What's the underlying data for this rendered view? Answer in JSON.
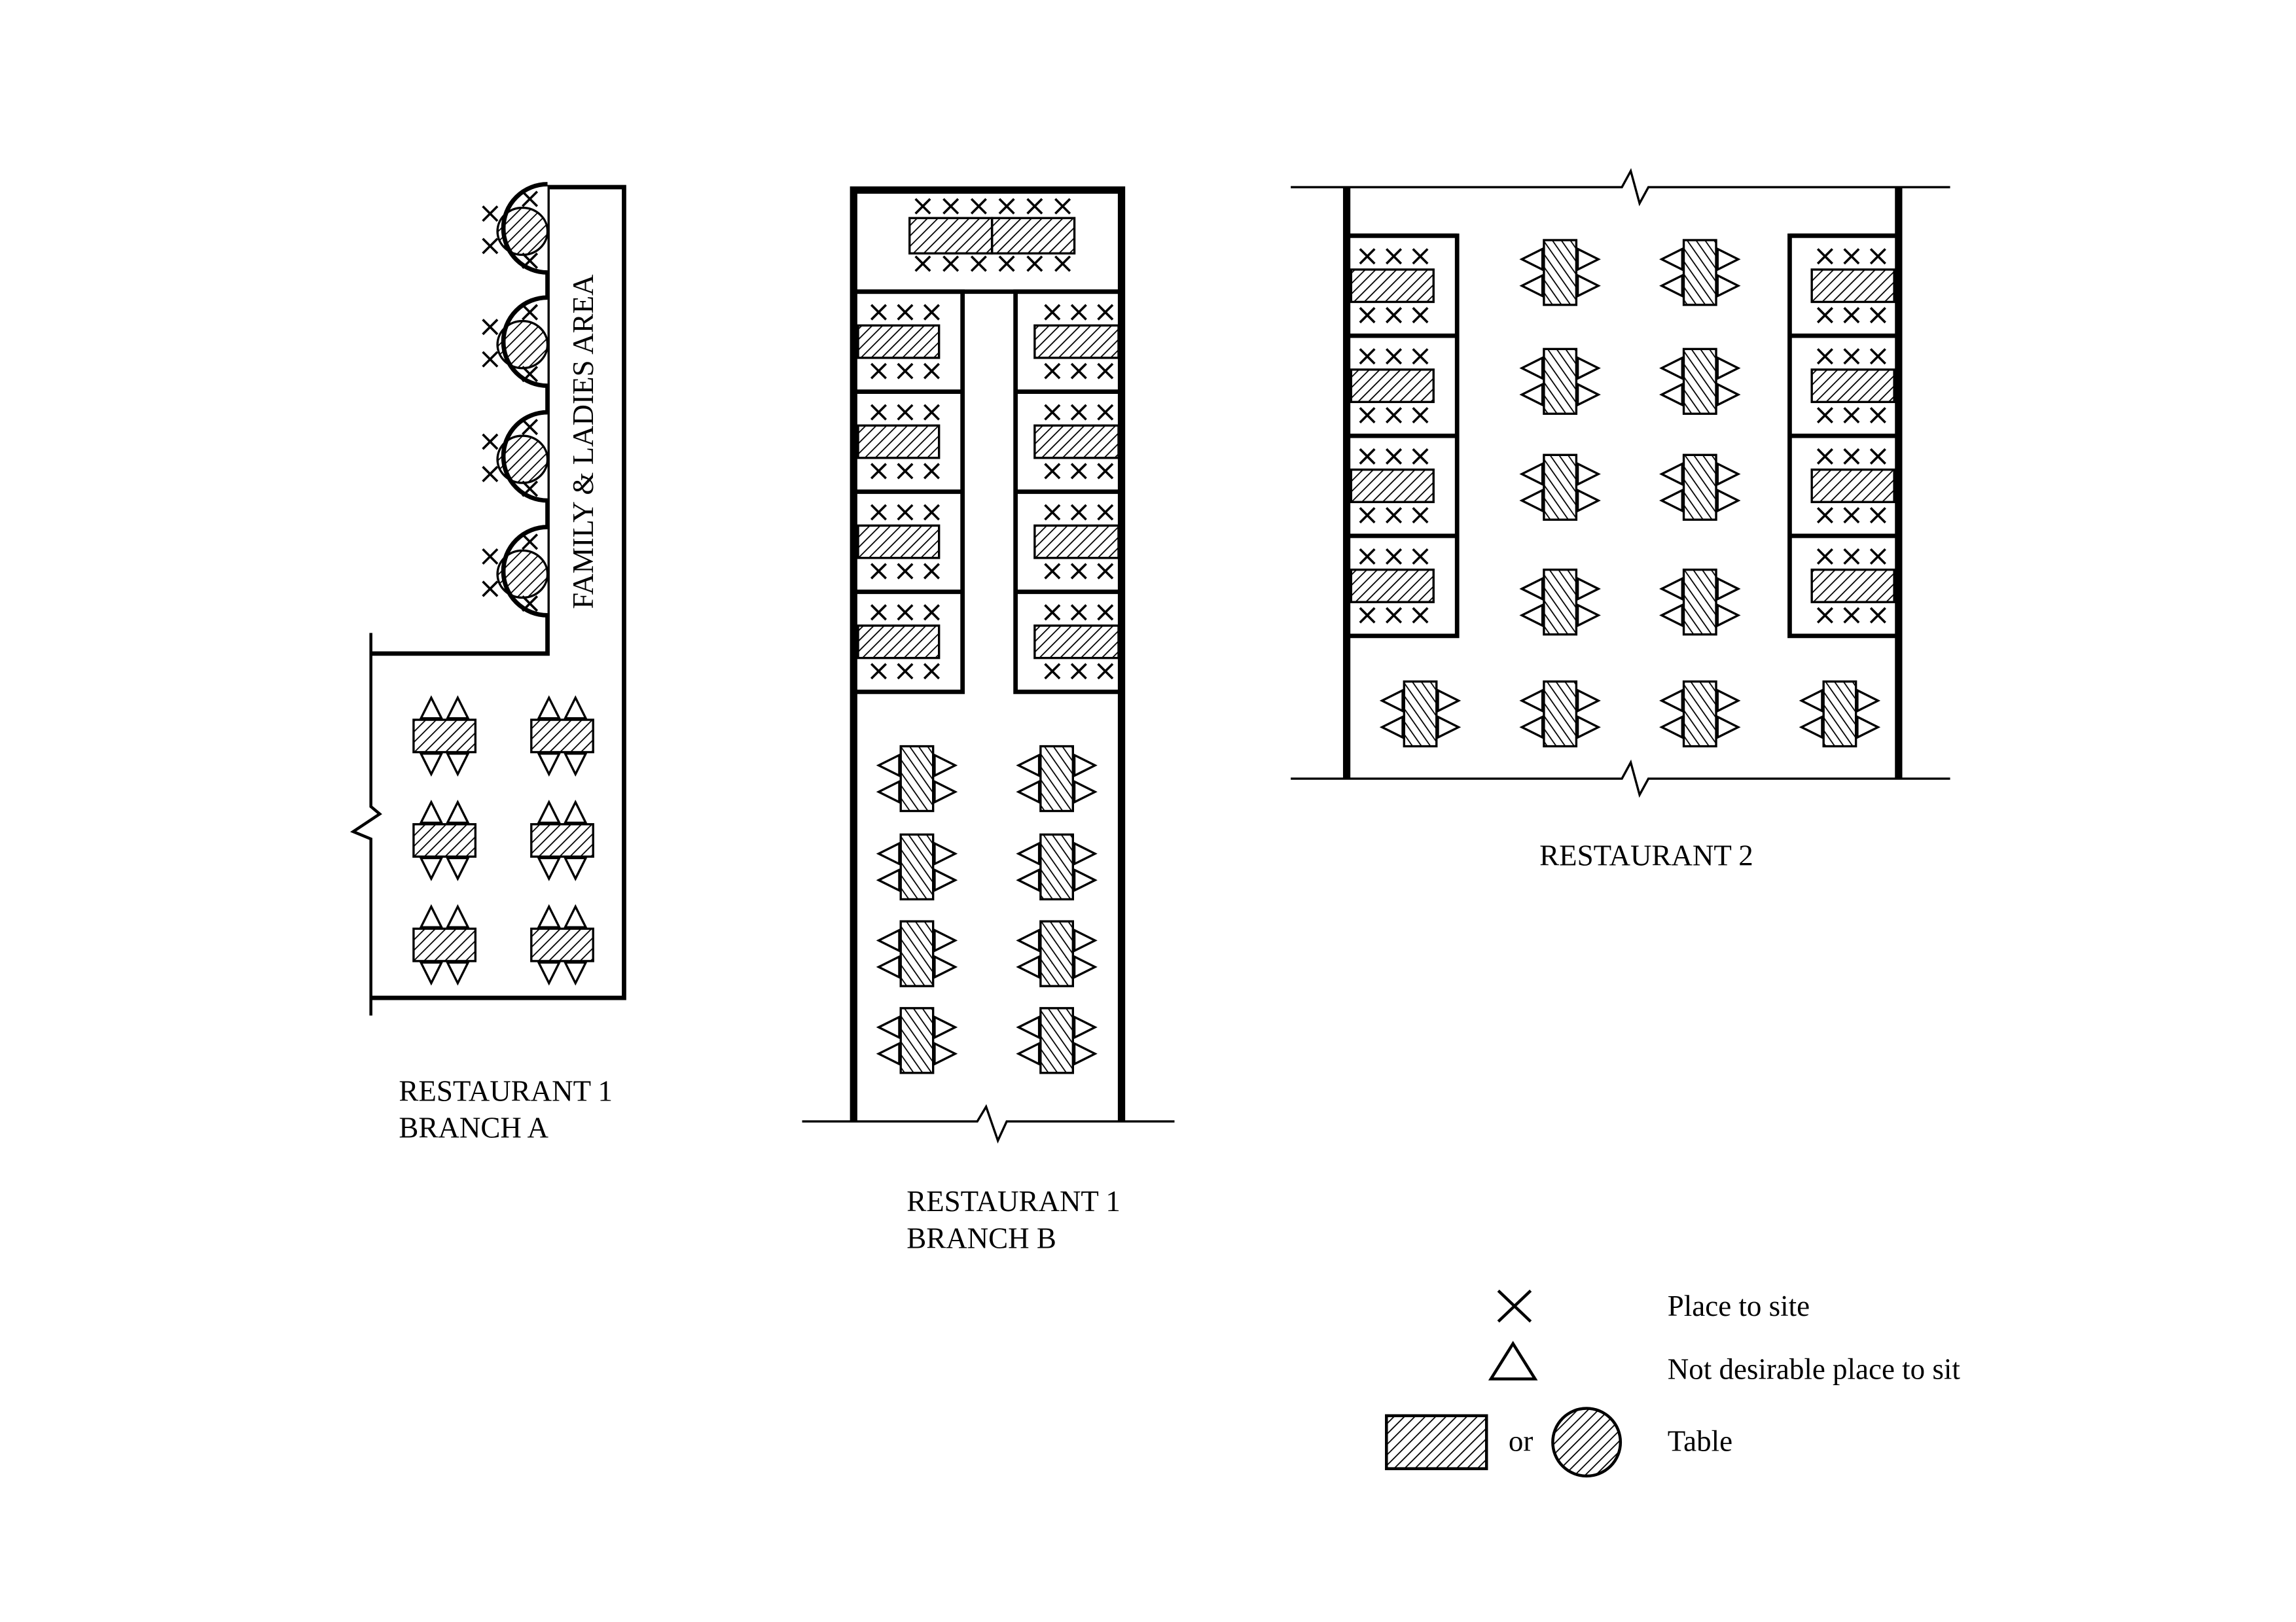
{
  "diagram": {
    "restaurant_1a": {
      "line1": "RESTAURANT 1",
      "line2": "BRANCH A",
      "area_label": "FAMILY & LADIES AREA"
    },
    "restaurant_1b": {
      "line1": "RESTAURANT 1",
      "line2": "BRANCH B"
    },
    "restaurant_2": {
      "label": "RESTAURANT 2"
    }
  },
  "legend": {
    "place_to_sit": "Place to site",
    "not_desirable": "Not desirable place to sit",
    "or": "or",
    "table": "Table"
  },
  "colors": {
    "ink": "#000000",
    "background": "#ffffff"
  }
}
